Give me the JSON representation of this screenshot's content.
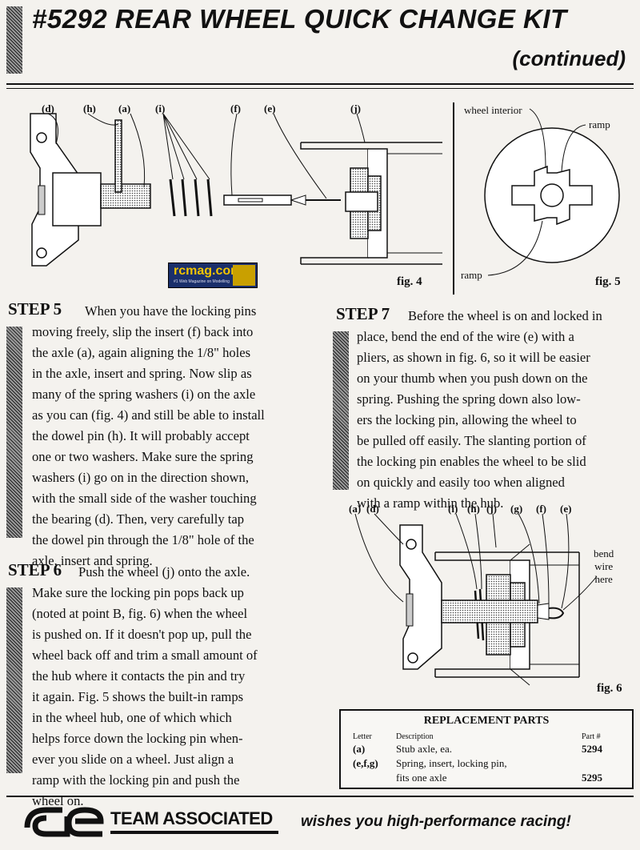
{
  "header": {
    "title": "#5292 REAR WHEEL QUICK CHANGE KIT",
    "subtitle": "(continued)"
  },
  "fig4": {
    "labels": [
      "(d)",
      "(h)",
      "(a)",
      "(i)",
      "(f)",
      "(e)",
      "(j)"
    ],
    "caption": "fig. 4"
  },
  "fig5": {
    "label_wheel_interior": "wheel interior",
    "label_ramp_top": "ramp",
    "label_ramp_bottom": "ramp",
    "caption": "fig. 5"
  },
  "watermark": {
    "brand": "rcmag.com",
    "tagline": "#1 Web Magazine on Modelling"
  },
  "step5": {
    "title": "STEP 5",
    "lines": [
      "When you have the locking pins",
      "moving freely, slip the insert (f) back into",
      "the axle (a), again aligning the 1/8\" holes",
      "in the axle, insert and spring. Now slip as",
      "many of the spring washers (i) on the axle",
      "as you can (fig. 4) and still be able to install",
      "the dowel pin (h). It will probably accept",
      "one or two washers. Make sure the spring",
      "washers (i) go on in the direction shown,",
      "with the small side of the washer touching",
      "the bearing (d). Then, very carefully tap",
      "the dowel pin through the 1/8\" hole of the",
      "axle, insert and spring."
    ]
  },
  "step6": {
    "title": "STEP 6",
    "lines": [
      "Push the wheel (j) onto the axle.",
      "Make sure the locking pin pops back up",
      "(noted at point B, fig. 6) when the wheel",
      "is pushed on. If it doesn't pop up, pull the",
      "wheel back off and trim a small amount of",
      "the hub where it contacts the pin and try",
      "it again. Fig. 5 shows the built-in ramps",
      "in the wheel hub, one of which which",
      "helps force down the locking pin when-",
      "ever you slide on a wheel. Just align a",
      "ramp with the locking pin and push the",
      "wheel on."
    ]
  },
  "step7": {
    "title": "STEP 7",
    "lines": [
      "Before the wheel is on and locked in",
      "place, bend the end of the wire (e) with a",
      "pliers, as shown in fig. 6, so it will be easier",
      "on your thumb when you push down on the",
      "spring. Pushing the spring down also low-",
      "ers the locking pin, allowing the wheel to",
      "be pulled off easily. The slanting portion of",
      "the locking pin enables the wheel to be slid",
      "on quickly and easily too when aligned",
      "with a ramp within the hub."
    ]
  },
  "fig6": {
    "labels": [
      "(a)",
      "(d)",
      "(i)",
      "(h)",
      "(j)",
      "(g)",
      "(f)",
      "(e)"
    ],
    "bend_label": [
      "bend",
      "wire",
      "here"
    ],
    "caption": "fig. 6"
  },
  "parts": {
    "title": "REPLACEMENT PARTS",
    "headers": {
      "letter": "Letter",
      "description": "Description",
      "part": "Part #"
    },
    "rows": [
      {
        "letter": "(a)",
        "description": "Stub axle, ea.",
        "part": "5294"
      },
      {
        "letter": "(e,f,g)",
        "description": "Spring, insert, locking pin,",
        "part": ""
      },
      {
        "letter": "",
        "description": "fits one axle",
        "part": "5295"
      }
    ]
  },
  "footer": {
    "logo_text": "TEAM ASSOCIATED",
    "tagline": "wishes you high-performance racing!"
  }
}
